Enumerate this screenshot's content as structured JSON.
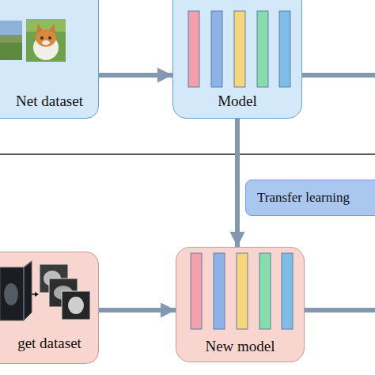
{
  "diagram": {
    "nodes": [
      {
        "text": [
          "Net dataset"
        ]
      },
      {
        "text": [
          "Model"
        ]
      },
      {
        "text": [
          "Transfer learning"
        ]
      },
      {
        "text": [
          "get dataset"
        ]
      },
      {
        "text": [
          "New model"
        ]
      }
    ],
    "edges": [
      {
        "from": 0,
        "to": 1,
        "arrow": "to"
      },
      {
        "from": 1,
        "to": 4,
        "arrow": "to"
      },
      {
        "from": 3,
        "to": 4,
        "arrow": "to"
      }
    ]
  }
}
